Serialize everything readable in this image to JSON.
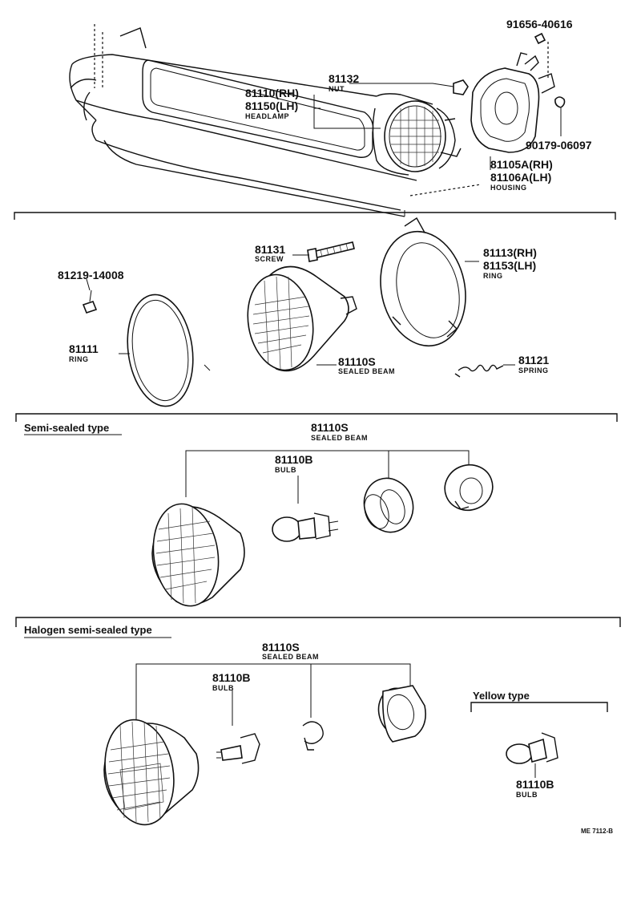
{
  "top": {
    "screw_code": "91656-40616",
    "headlamp_num_rh": "81110(RH)",
    "headlamp_num_lh": "81150(LH)",
    "headlamp_name": "HEADLAMP",
    "nut_num": "81132",
    "nut_name": "NUT",
    "clip_code": "90179-06097",
    "housing_num_rh": "81105A(RH)",
    "housing_num_lh": "81106A(LH)",
    "housing_name": "HOUSING"
  },
  "exploded": {
    "screw_code": "81219-14008",
    "ring_num": "81111",
    "ring_name": "RING",
    "adj_screw_num": "81131",
    "adj_screw_name": "SCREW",
    "beam_num": "81110S",
    "beam_name": "SEALED BEAM",
    "mount_ring_num_rh": "81113(RH)",
    "mount_ring_num_lh": "81153(LH)",
    "mount_ring_name": "RING",
    "spring_num": "81121",
    "spring_name": "SPRING"
  },
  "semi_sealed": {
    "title": "Semi-sealed type",
    "beam_num": "81110S",
    "beam_name": "SEALED BEAM",
    "bulb_num": "81110B",
    "bulb_name": "BULB"
  },
  "halogen": {
    "title": "Halogen semi-sealed type",
    "beam_num": "81110S",
    "beam_name": "SEALED BEAM",
    "bulb_num": "81110B",
    "bulb_name": "BULB"
  },
  "yellow": {
    "title": "Yellow type",
    "bulb_num": "81110B",
    "bulb_name": "BULB"
  },
  "footer": {
    "code": "ME 7112-B"
  }
}
